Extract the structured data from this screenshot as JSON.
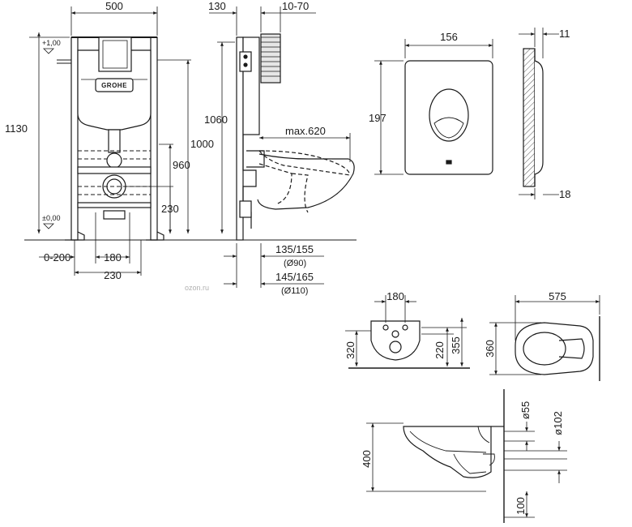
{
  "brand": {
    "logo_text": "GROHE",
    "watermark": "ozon.ru"
  },
  "frame_front": {
    "width": "500",
    "total_height": "1130",
    "height_1000": "1000",
    "height_960": "960",
    "outlet_height": "230",
    "level_top": "+1,00",
    "level_floor": "±0,00",
    "offset": "0-200",
    "bolt_spacing": "180",
    "bottom_spacing": "230"
  },
  "frame_side": {
    "depth": "130",
    "cistern_offset": "10-70",
    "height_1060": "1060",
    "max_projection": "max.620",
    "dist_90": "135/155",
    "pipe_90": "(Ø90)",
    "dist_110": "145/165",
    "pipe_110": "(Ø110)"
  },
  "flush_plate": {
    "width": "156",
    "height": "197",
    "thickness": "11",
    "bottom_offset": "18"
  },
  "bowl_rear": {
    "bolt_spacing": "180",
    "height": "320",
    "bolt_height": "220",
    "mount_height": "355"
  },
  "bowl_top": {
    "length": "575",
    "width": "360"
  },
  "bowl_side": {
    "diam_55": "ø55",
    "diam_102": "ø102",
    "rim_height": "400",
    "pipe_offset": "100"
  }
}
